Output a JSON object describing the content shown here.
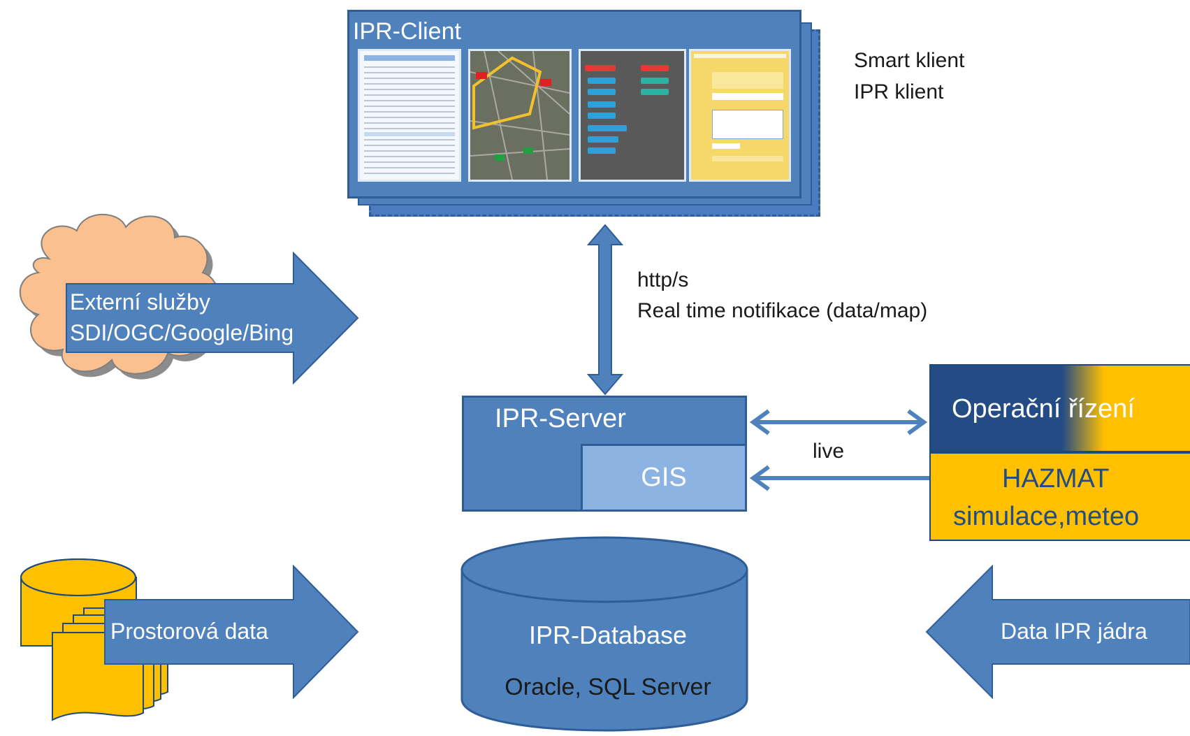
{
  "client": {
    "title": "IPR-Client",
    "side_label_line1": "Smart klient",
    "side_label_line2": "IPR klient"
  },
  "connection": {
    "protocol": "http/s",
    "notification": "Real time notifikace (data/map)",
    "live_label": "live"
  },
  "server": {
    "title": "IPR-Server",
    "gis_label": "GIS"
  },
  "operations": {
    "title": "Operační řízení",
    "hazmat_line1": "HAZMAT",
    "hazmat_line2": "simulace,meteo"
  },
  "external_services": {
    "line1": "Externí služby",
    "line2": "SDI/OGC/Google/Bing"
  },
  "spatial_data": {
    "label": "Prostorová data"
  },
  "core_data": {
    "label": "Data IPR jádra"
  },
  "database": {
    "title": "IPR-Database",
    "subtitle": "Oracle, SQL Server"
  },
  "colors": {
    "primary_blue": "#4f81bd",
    "dark_blue": "#244c84",
    "light_blue": "#8db3e2",
    "gold": "#ffc000",
    "cloud": "#fac090"
  }
}
